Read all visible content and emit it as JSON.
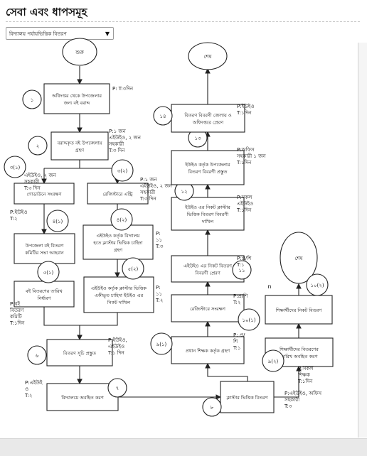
{
  "header": {
    "title": "সেবা এবং ধাপসমূহ"
  },
  "selector": {
    "value": "বিদ্যালয় পর্যায়ভিত্তিক বিতরণ"
  },
  "flow": {
    "start": "শুরু",
    "end1": "শেষ",
    "end2": "শেষ",
    "n_label": "n",
    "steps": [
      {
        "num": "১",
        "text": [
          "অধিদপ্তর থেকে উপজেলার",
          "জন্য বই বরাদ্দ"
        ],
        "meta": [
          "P: T:৩দিন"
        ]
      },
      {
        "num": "২",
        "text": [
          "বরাদ্দকৃত বই উপজেলায়",
          "গ্রহণ"
        ],
        "meta": [
          "P:১ জন",
          "এইউইও, ২ জন",
          "সহকারী",
          "T:৩ দিন"
        ]
      },
      {
        "num": "৩(১)",
        "text": [
          "গোডাউনে সংরক্ষণ"
        ],
        "meta": [
          "এইউইও, ২ জন",
          "সহকারী",
          "T:৩ দিন"
        ]
      },
      {
        "num": "৩(২)",
        "text": [
          "রেজিস্টারে এন্ট্রি"
        ],
        "meta": [
          "P:১ জন",
          "এইউইও, ২ জন",
          "সহকারী",
          "T:৩ দিন"
        ]
      },
      {
        "num": "৪(১)",
        "text": [
          "উপজেলা বই বিতরণ",
          "কমিটির সভা আহবান"
        ],
        "meta": [
          "P:ইউইও",
          "T:২"
        ]
      },
      {
        "num": "৪(২)",
        "text": [
          "এইউইও কর্তৃক বিদ্যালয়",
          "হতে ক্লাস্টার ভিত্তিক চাহিদা",
          "গ্রহণ"
        ],
        "meta": [
          "P:",
          "১১",
          "T:৩"
        ]
      },
      {
        "num": "৫(১)",
        "text": [
          "বই বিতরণের তারিখ",
          "নির্ধারণ"
        ],
        "meta": [
          "P:বই",
          "বিতরণ",
          "কমিটি",
          "T:১দিন"
        ]
      },
      {
        "num": "৫(২)",
        "text": [
          "এইউইও কর্তৃক ক্লাস্টার ভিত্তিক",
          "একীভূত চাহিদা ইউইও এর",
          "নিকট দাখিল"
        ],
        "meta": [
          "P:",
          "১১",
          "T:২"
        ]
      },
      {
        "num": "৬",
        "text": [
          "বিতরণ সূচি প্রস্তুত"
        ],
        "meta": [
          "P:ইউইও,",
          "এইউইও",
          "T:১ দিন"
        ]
      },
      {
        "num": "৭",
        "text": [
          "বিদ্যালয়ে অবহিত করণ"
        ],
        "meta": [
          "P:এইউই",
          "ও",
          "T:২"
        ]
      },
      {
        "num": "৮",
        "text": [
          "ক্লাস্টার ভিত্তিক বিতরণ"
        ],
        "meta": [
          "P:এইউইও, অফিস",
          "সহকারী",
          "T:৩"
        ]
      },
      {
        "num": "৯(১)",
        "text": [
          "প্রধান শিক্ষক কর্তৃক গ্রহণ"
        ],
        "meta": [
          "P: প্র/",
          "শি",
          "T:১"
        ]
      },
      {
        "num": "৯(২)",
        "text": [
          "শিক্ষার্থীদের বিতরণের",
          "তারিখ অবহিত করণ"
        ],
        "meta": [
          "P:সকল",
          "শিক্ষক",
          "T:১দিন"
        ]
      },
      {
        "num": "১০(১)",
        "text": [
          "রেজিস্টারে সংরক্ষণ"
        ],
        "meta": [
          "P:প্র/শি",
          "T:২"
        ]
      },
      {
        "num": "১০(২)",
        "text": [
          "শিক্ষার্থীদের নিকট বিতরণ"
        ],
        "meta": []
      },
      {
        "num": "১১",
        "text": [
          "এইউইও এর নিকট বিতরণ",
          "বিবরণী প্রেরণ"
        ],
        "meta": [
          "P:প্র/শি",
          "T:১"
        ]
      },
      {
        "num": "১২",
        "text": [
          "ইউইও এর নিকট ক্লাস্টার",
          "ভিত্তিক বিতরণ বিবরণী",
          "দাখিল"
        ],
        "meta": [
          "P:সকল",
          "এইউইও",
          "T:১দিন"
        ]
      },
      {
        "num": "১৩",
        "text": [
          "ইউইও কর্তৃক উপজেলার",
          "বিতরণ বিবরণী প্রস্তুত"
        ],
        "meta": [
          "P:অফিস",
          "সহকারী ১ জন",
          "T:১দিন"
        ]
      },
      {
        "num": "১৪",
        "text": [
          "বিতরণ বিবরণী জেলায় ও",
          "অধিদপ্তরে প্রেরণ"
        ],
        "meta": [
          "P:ইউইও",
          "T:১দিন"
        ]
      }
    ]
  }
}
